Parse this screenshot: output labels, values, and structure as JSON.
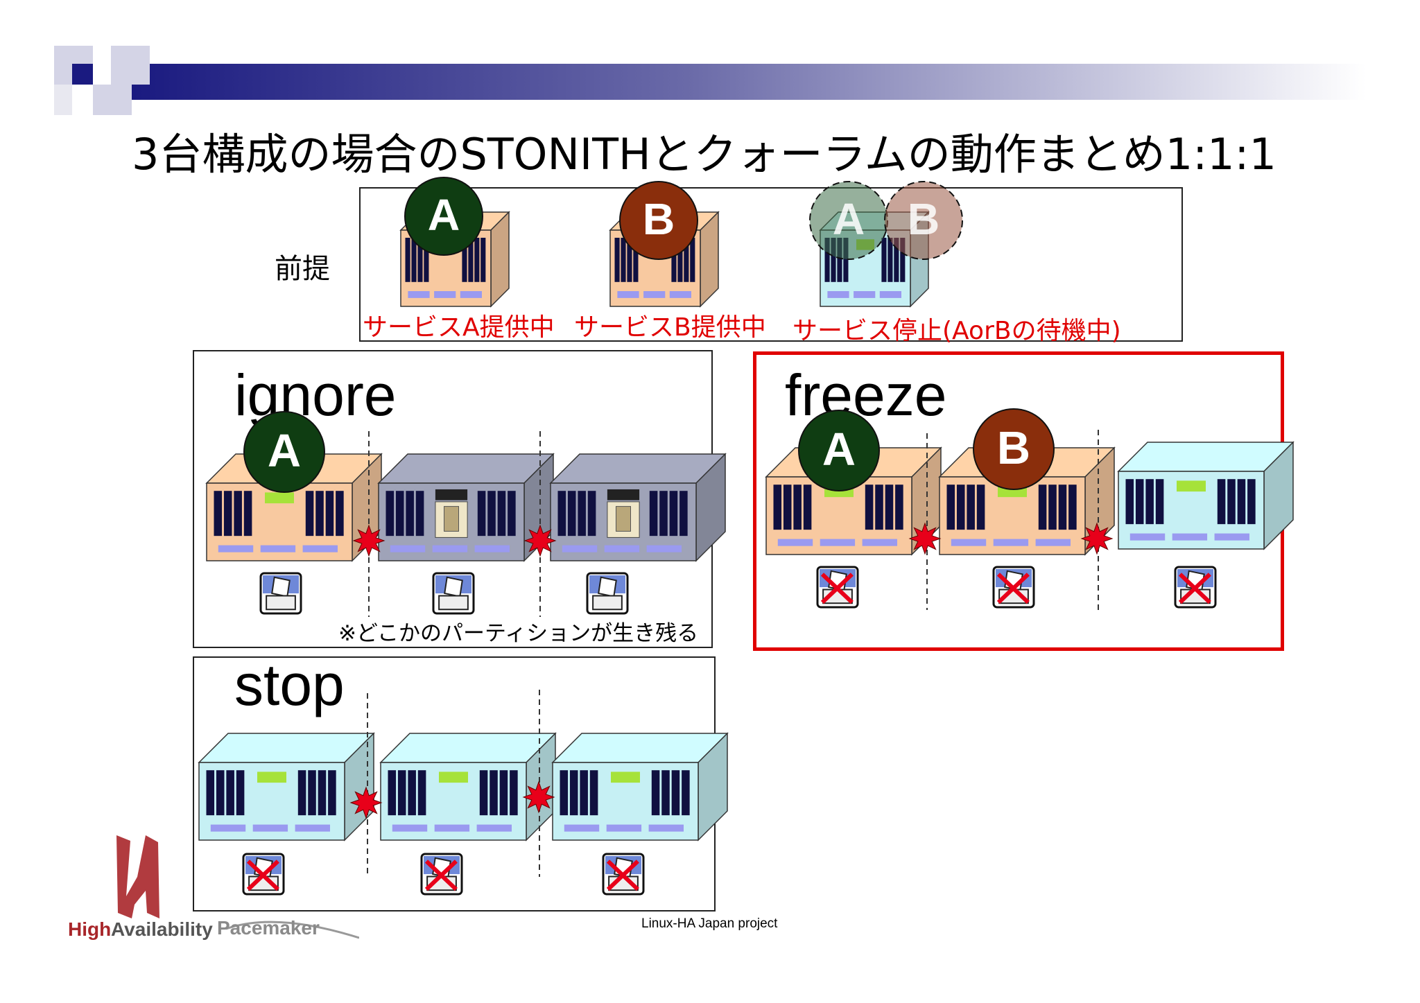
{
  "slide": {
    "title": "3台構成の場合のSTONITHとクォーラムの動作まとめ1:1:1",
    "footer": "Linux-HA Japan project",
    "logo_text_high": "High",
    "logo_text_availability": "Availability",
    "logo_text_pacemaker": "Pacemaker"
  },
  "premise": {
    "label": "前提",
    "captions": [
      "サービスA提供中",
      "サービスB提供中",
      "サービス停止(AorBの待機中)"
    ],
    "badges": [
      "A",
      "B",
      "A",
      "B"
    ]
  },
  "sections": {
    "ignore": {
      "label": "ignore",
      "note": "※どこかのパーティションが生き残る",
      "badge": "A"
    },
    "freeze": {
      "label": "freeze",
      "badges": [
        "A",
        "B"
      ]
    },
    "stop": {
      "label": "stop"
    }
  },
  "colors": {
    "badge_a": "#0f3d12",
    "badge_b": "#8a2e0c",
    "server_orange": "#f8c9a0",
    "server_blue": "#c6f0f4",
    "server_gray": "#9fa3b8",
    "highlight_border": "#e00000",
    "caption_red": "#e00000"
  }
}
